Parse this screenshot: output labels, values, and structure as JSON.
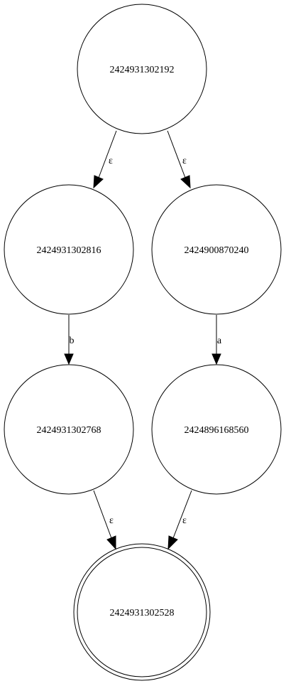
{
  "nodes": [
    {
      "id": "n1",
      "label": "2424931302192",
      "accepting": false
    },
    {
      "id": "n2",
      "label": "2424931302816",
      "accepting": false
    },
    {
      "id": "n3",
      "label": "2424900870240",
      "accepting": false
    },
    {
      "id": "n4",
      "label": "2424931302768",
      "accepting": false
    },
    {
      "id": "n5",
      "label": "2424896168560",
      "accepting": false
    },
    {
      "id": "n6",
      "label": "2424931302528",
      "accepting": true
    }
  ],
  "edges": [
    {
      "from": "n1",
      "to": "n2",
      "label": "ε"
    },
    {
      "from": "n1",
      "to": "n3",
      "label": "ε"
    },
    {
      "from": "n2",
      "to": "n4",
      "label": "b"
    },
    {
      "from": "n3",
      "to": "n5",
      "label": "a"
    },
    {
      "from": "n4",
      "to": "n6",
      "label": "ε"
    },
    {
      "from": "n5",
      "to": "n6",
      "label": "ε"
    }
  ]
}
